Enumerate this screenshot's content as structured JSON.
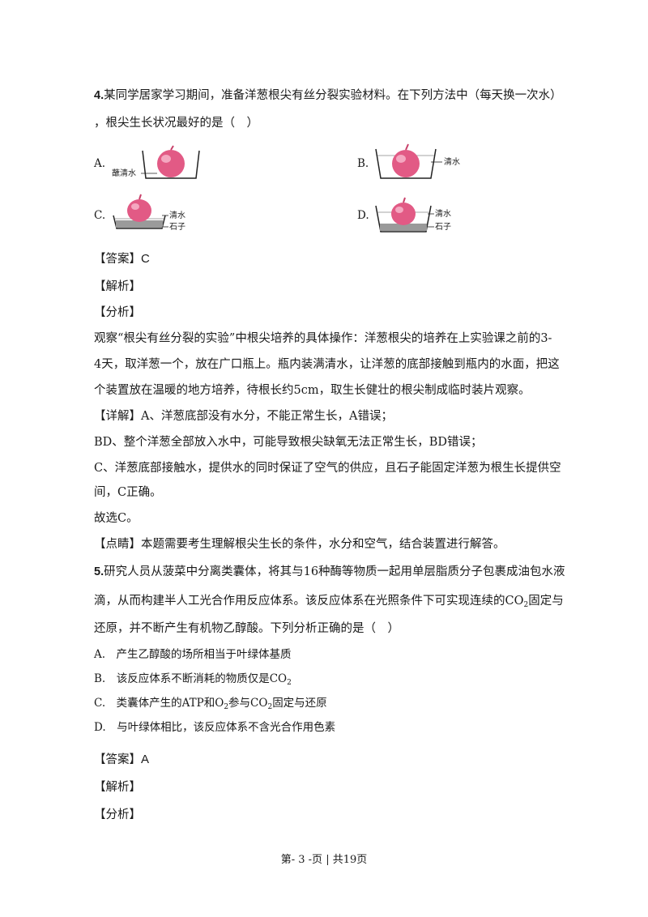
{
  "q4": {
    "stem_line1_num": "4.",
    "stem_line1": "某同学居家学习期间，准备洋葱根尖有丝分裂实验材料。在下列方法中（每天换一次水）",
    "stem_line2": "，根尖生长状况最好的是（　）",
    "opt_a": "A.",
    "opt_b": "B.",
    "opt_c": "C.",
    "opt_d": "D.",
    "label_a_water": "蘸清水",
    "label_b_water": "清水",
    "label_c_water": "清水",
    "label_c_stone": "石子",
    "label_d_water": "清水",
    "label_d_stone": "石子",
    "answer_tag": "【答案】",
    "answer": "C",
    "jiexi": "【解析】",
    "fenxi": "【分析】",
    "analysis_1": "观察“根尖有丝分裂的实验”中根尖培养的具体操作：洋葱根尖的培养在上实验课之前的3-",
    "analysis_2": "4天，取洋葱一个，放在广口瓶上。瓶内装满清水，让洋葱的底部接触到瓶内的水面，把这",
    "analysis_3": "个装置放在温暖的地方培养，待根长约5cm，取生长健壮的根尖制成临时装片观察。",
    "detail_1": "【详解】A、洋葱底部没有水分，不能正常生长，A错误；",
    "detail_2": "BD、整个洋葱全部放入水中，可能导致根尖缺氧无法正常生长，BD错误；",
    "detail_3": "C、洋葱底部接触水，提供水的同时保证了空气的供应，且石子能固定洋葱为根生长提供空",
    "detail_4": "间，C正确。",
    "detail_5": "故选C。",
    "comment": "【点睛】本题需要考生理解根尖生长的条件，水分和空气，结合装置进行解答。"
  },
  "q5": {
    "num": "5.",
    "stem_1": "研究人员从菠菜中分离类囊体，将其与16种酶等物质一起用单层脂质分子包裹成油包水液",
    "stem_2a": "滴，从而构建半人工光合作用反应体系。该反应体系在光照条件下可实现连续的CO",
    "stem_2sub": "2",
    "stem_2b": "固定与",
    "stem_3": "还原，并不断产生有机物乙醇酸。下列分析正确的是（　）",
    "opt_a": "A.　产生乙醇酸的场所相当于叶绿体基质",
    "opt_b_pre": "B.　该反应体系不断消耗的物质仅是CO",
    "opt_b_sub": "2",
    "opt_c_pre": "C.　类囊体产生的ATP和O",
    "opt_c_sub1": "2",
    "opt_c_mid": "参与CO",
    "opt_c_sub2": "2",
    "opt_c_post": "固定与还原",
    "opt_d": "D.　与叶绿体相比，该反应体系不含光合作用色素",
    "answer_tag": "【答案】",
    "answer": "A",
    "jiexi": "【解析】",
    "fenxi": "【分析】"
  },
  "footer": "第- 3 -页 | 共19页"
}
